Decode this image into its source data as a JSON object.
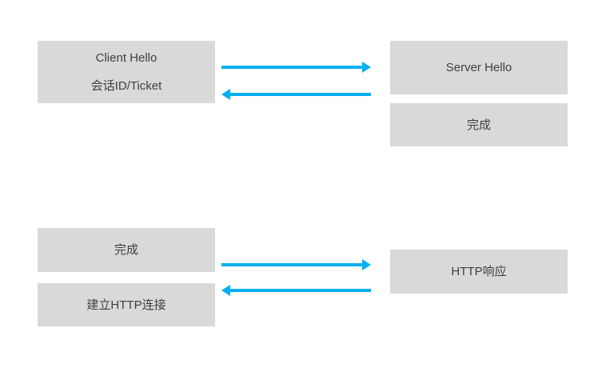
{
  "colors": {
    "background": "#ffffff",
    "box_fill": "#d9d9d9",
    "box_text": "#3f3f3f",
    "arrow": "#00b0f0"
  },
  "diagram": {
    "client_side": {
      "hello_box": {
        "line1": "Client Hello",
        "line2": "会话ID/Ticket"
      },
      "done_box": {
        "label": "完成"
      },
      "http_box": {
        "label": "建立HTTP连接"
      }
    },
    "server_side": {
      "hello_box": {
        "label": "Server Hello"
      },
      "done_box": {
        "label": "完成"
      },
      "http_box": {
        "label": "HTTP响应"
      }
    },
    "arrows": [
      {
        "id": "top-request",
        "direction": "right",
        "row": "top"
      },
      {
        "id": "top-response",
        "direction": "left",
        "row": "top"
      },
      {
        "id": "bottom-request",
        "direction": "right",
        "row": "bottom"
      },
      {
        "id": "bottom-response",
        "direction": "left",
        "row": "bottom"
      }
    ]
  }
}
